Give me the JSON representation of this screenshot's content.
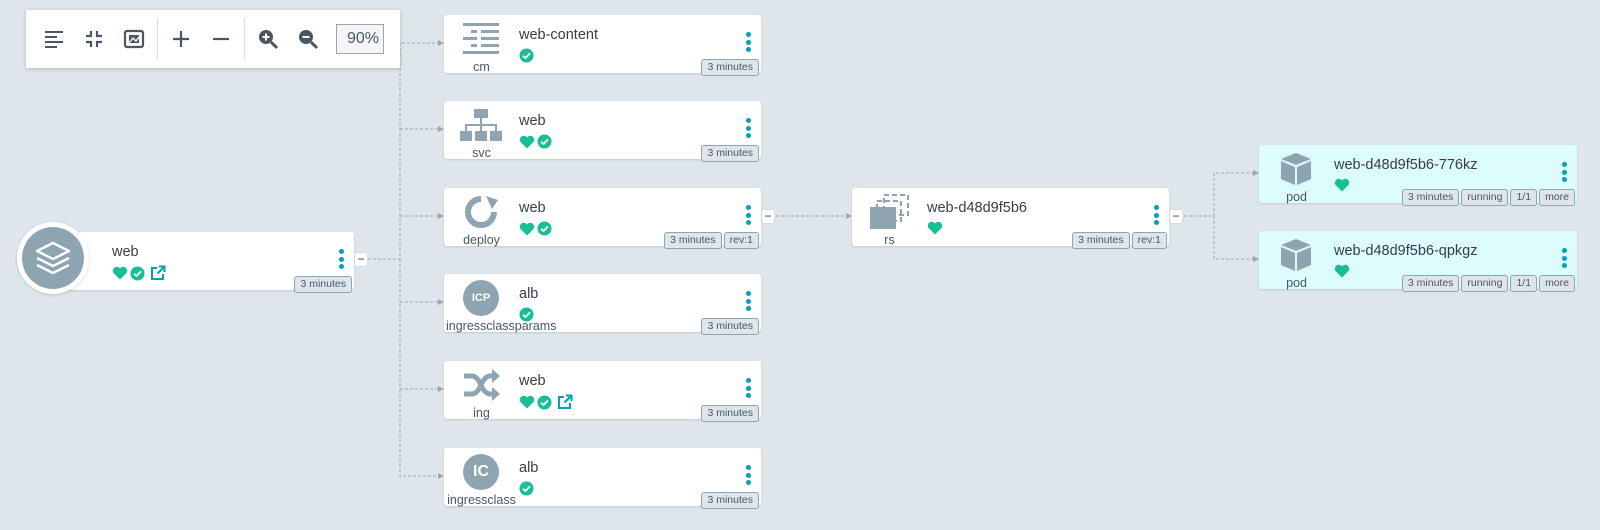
{
  "toolbar": {
    "icons": [
      "align-left-icon",
      "compress-icon",
      "fit-view-icon",
      "plus-icon",
      "minus-icon",
      "zoom-in-icon",
      "zoom-out-icon"
    ],
    "zoom_level": "90%"
  },
  "colors": {
    "accent": "#00a2b3",
    "healthy": "#18be94",
    "node_icon": "#8fa4b1",
    "pod_bg": "#dcfcfd",
    "background": "#dee6eb"
  },
  "app": {
    "name": "web",
    "age": "3 minutes",
    "collapse": "−"
  },
  "resources": [
    {
      "kind": "cm",
      "name": "web-content",
      "age": "3 minutes"
    },
    {
      "kind": "svc",
      "name": "web",
      "age": "3 minutes"
    },
    {
      "kind": "deploy",
      "name": "web",
      "age": "3 minutes",
      "rev": "rev:1",
      "collapse": "−"
    },
    {
      "kind": "ingressclassparams",
      "name": "alb",
      "icon_text": "ICP",
      "age": "3 minutes"
    },
    {
      "kind": "ing",
      "name": "web",
      "age": "3 minutes"
    },
    {
      "kind": "ingressclass",
      "name": "alb",
      "icon_text": "IC",
      "age": "3 minutes"
    }
  ],
  "replicaset": {
    "kind": "rs",
    "name": "web-d48d9f5b6",
    "age": "3 minutes",
    "rev": "rev:1",
    "collapse": "−"
  },
  "pods": [
    {
      "kind": "pod",
      "name": "web-d48d9f5b6-776kz",
      "age": "3 minutes",
      "status": "running",
      "ready": "1/1",
      "more": "more"
    },
    {
      "kind": "pod",
      "name": "web-d48d9f5b6-qpkgz",
      "age": "3 minutes",
      "status": "running",
      "ready": "1/1",
      "more": "more"
    }
  ]
}
